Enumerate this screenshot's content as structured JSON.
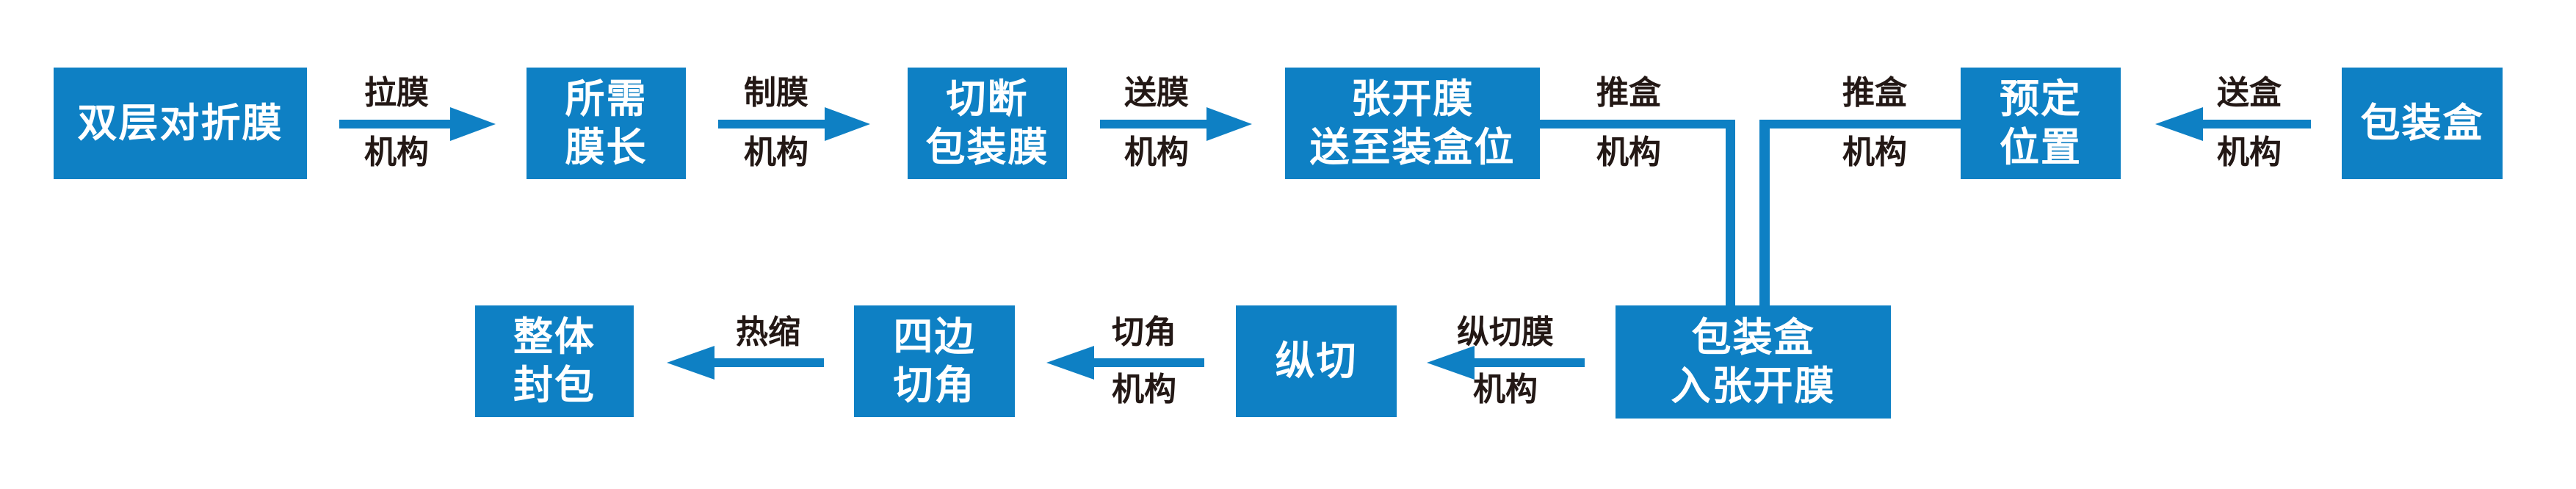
{
  "colors": {
    "accent_blue": "#0e80c4",
    "box_text": "#ffffff",
    "label_text": "#231815",
    "background": "#ffffff"
  },
  "boxes": [
    {
      "name": "double-folded-film",
      "lines": [
        "双层对折膜"
      ]
    },
    {
      "name": "required-film-length",
      "lines": [
        "所需",
        "膜长"
      ]
    },
    {
      "name": "cut-packaging-film",
      "lines": [
        "切断",
        "包装膜"
      ]
    },
    {
      "name": "open-film-to-boxing-station",
      "lines": [
        "张开膜",
        "送至装盒位"
      ]
    },
    {
      "name": "predetermined-position",
      "lines": [
        "预定",
        "位置"
      ]
    },
    {
      "name": "packaging-box",
      "lines": [
        "包装盒"
      ]
    },
    {
      "name": "box-enters-opened-film",
      "lines": [
        "包装盒",
        "入张开膜"
      ]
    },
    {
      "name": "longitudinal-cut",
      "lines": [
        "纵切"
      ]
    },
    {
      "name": "four-side-corner-cut",
      "lines": [
        "四边",
        "切角"
      ]
    },
    {
      "name": "overall-sealing",
      "lines": [
        "整体",
        "封包"
      ]
    }
  ],
  "connectors": [
    {
      "name": "pull-film-mechanism",
      "top": "拉膜",
      "bottom": "机构",
      "direction": "right"
    },
    {
      "name": "make-film-mechanism",
      "top": "制膜",
      "bottom": "机构",
      "direction": "right"
    },
    {
      "name": "feed-film-mechanism",
      "top": "送膜",
      "bottom": "机构",
      "direction": "right"
    },
    {
      "name": "push-box-mechanism-left",
      "top": "推盒",
      "bottom": "机构",
      "direction": "elbow-down"
    },
    {
      "name": "push-box-mechanism-right",
      "top": "推盒",
      "bottom": "机构",
      "direction": "elbow-down"
    },
    {
      "name": "feed-box-mechanism",
      "top": "送盒",
      "bottom": "机构",
      "direction": "left"
    },
    {
      "name": "slit-film-mechanism",
      "top": "纵切膜",
      "bottom": "机构",
      "direction": "left"
    },
    {
      "name": "corner-cut-mechanism",
      "top": "切角",
      "bottom": "机构",
      "direction": "left"
    },
    {
      "name": "heat-shrink",
      "top": "热缩",
      "bottom": "",
      "direction": "left"
    }
  ]
}
